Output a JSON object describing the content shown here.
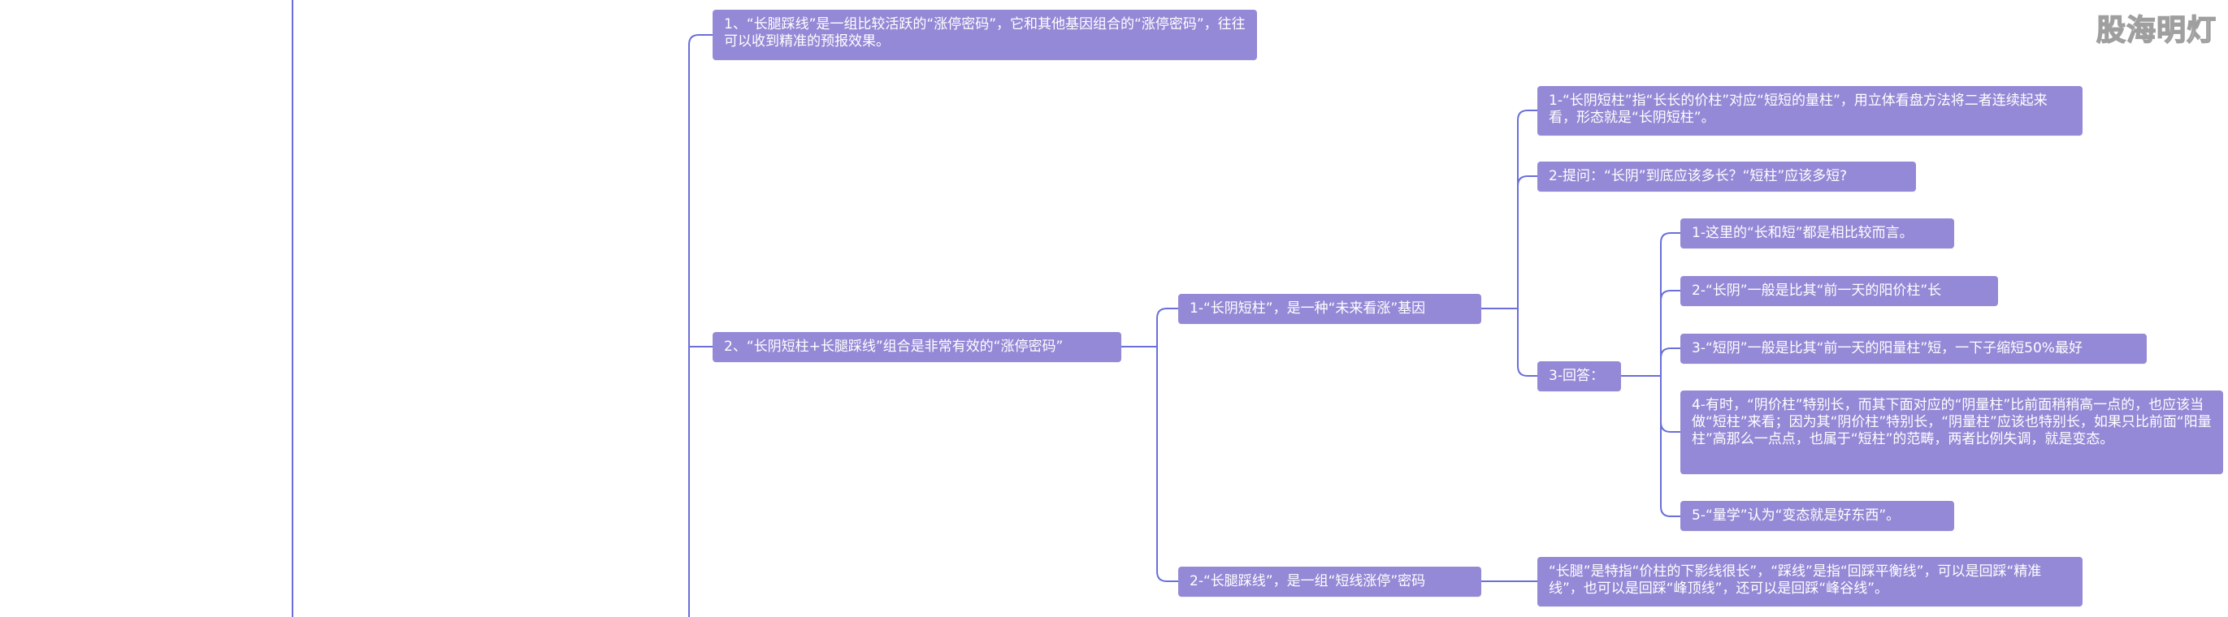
{
  "watermark": "股海明灯",
  "colors": {
    "node_bg": "#9489d6",
    "line": "#6a6fd9",
    "text": "#ffffff"
  },
  "nodes": {
    "n1": "1、“长腿踩线”是一组比较活跃的“涨停密码”，它和其他基因组合的“涨停密码”，往往可以收到精准的预报效果。",
    "n2": "2、“长阴短柱+长腿踩线”组合是非常有效的“涨停密码”",
    "n2_1": "1-“长阴短柱”，是一种“未来看涨”基因",
    "n2_1_1": "1-“长阴短柱”指“长长的价柱”对应“短短的量柱”，用立体看盘方法将二者连续起来看，形态就是“长阴短柱”。",
    "n2_1_2": "2-提问：“长阴”到底应该多长？“短柱”应该多短?",
    "n2_1_3": "3-回答：",
    "n2_1_3_1": "1-这里的“长和短”都是相比较而言。",
    "n2_1_3_2": "2-“长阴”一般是比其“前一天的阳价柱”长",
    "n2_1_3_3": "3-“短阴”一般是比其“前一天的阳量柱”短，一下子缩短50%最好",
    "n2_1_3_4": "4-有时，“阴价柱”特别长，而其下面对应的“阴量柱”比前面稍稍高一点的，也应该当做“短柱”来看；因为其“阴价柱”特别长，“阴量柱”应该也特别长，如果只比前面“阳量柱”高那么一点点，也属于“短柱”的范畴，两者比例失调，就是变态。",
    "n2_1_3_5": "5-“量学”认为“变态就是好东西”。",
    "n2_2": "2-“长腿踩线”，是一组“短线涨停”密码",
    "n2_2_1": "“长腿”是特指“价柱的下影线很长”，“踩线”是指“回踩平衡线”，可以是回踩“精准线”，也可以是回踩“峰顶线”，还可以是回踩“峰谷线”。"
  }
}
